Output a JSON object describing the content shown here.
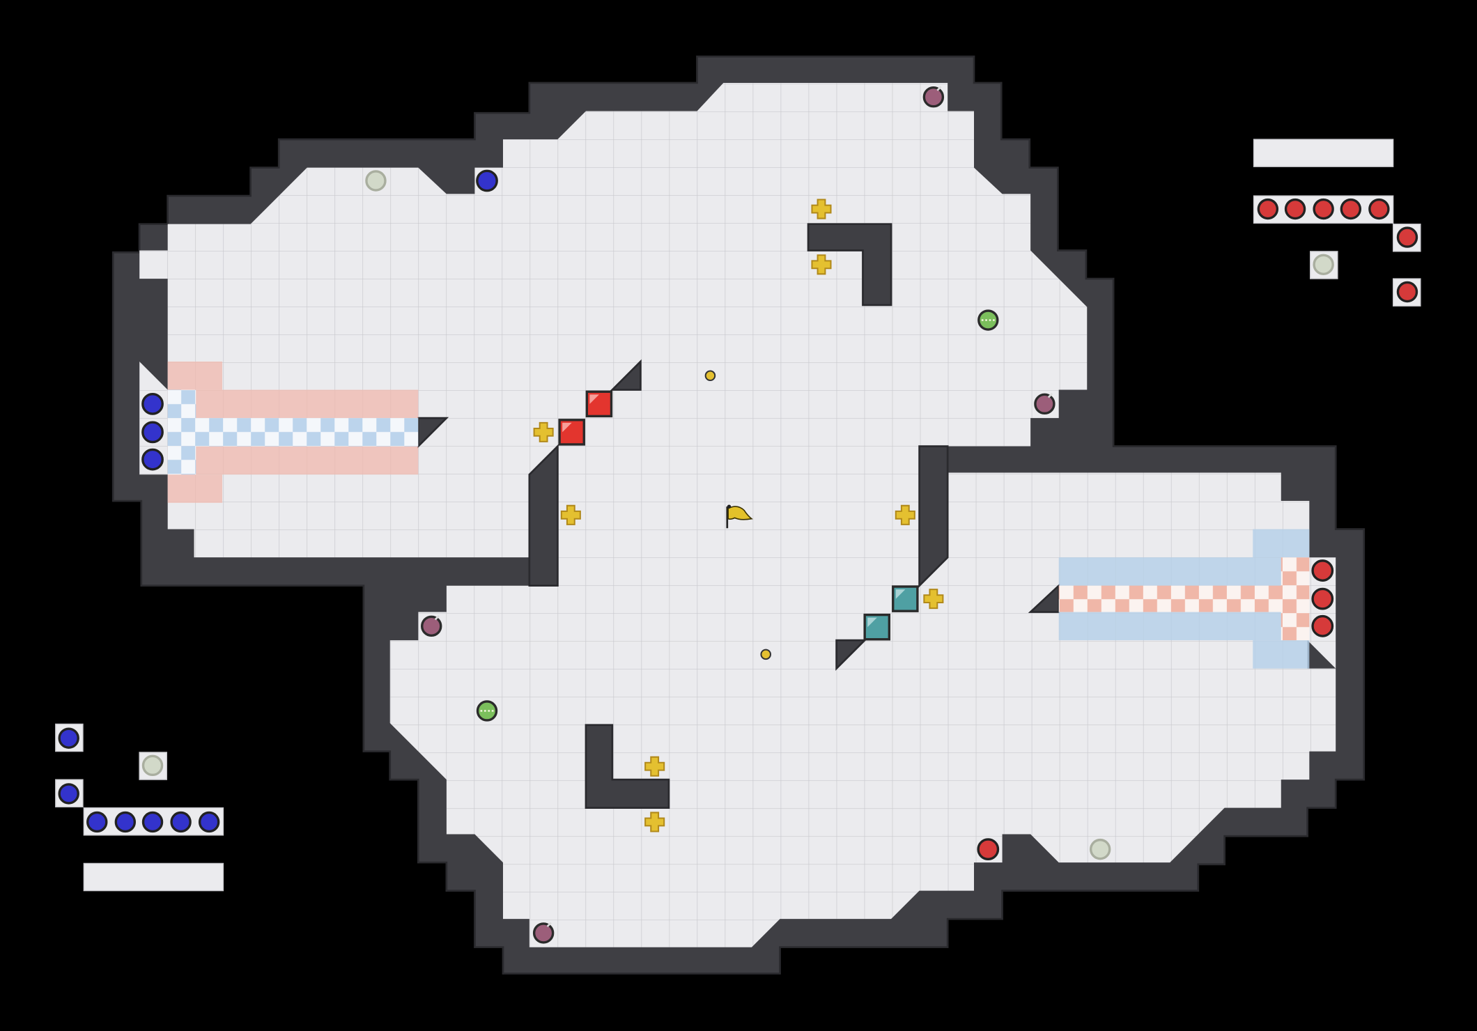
{
  "game": {
    "kind": "capture-the-flag tile map",
    "colors": {
      "background": "#000000",
      "floor": "#ebebee",
      "wall": "#3f3f44",
      "red_team": "#d63a3a",
      "blue_team": "#3333cc",
      "red_zone": "#f0b8ad",
      "blue_zone": "#b4cfe9",
      "powerup": "#e4c030",
      "bomb": "#9c5e7a",
      "booster": "#7bbf5c",
      "red_gate": "#e3352e",
      "teal_gate": "#4fa0a3",
      "flag": "#e3c12a"
    },
    "icons": {
      "flag": "yellow-flag-icon",
      "powerup": "cross-sparkle-icon",
      "bomb": "bomb-icon",
      "booster": "boost-pad-icon",
      "spawn": "spawn-circle-icon",
      "gate": "gate-block-icon"
    },
    "red_team_legend": {
      "empty_slots": 5,
      "balls_in_row": 5,
      "extra_balls": 2,
      "spawn_markers": 1
    },
    "blue_team_legend": {
      "empty_slots": 5,
      "balls_in_row": 5,
      "extra_balls": 2,
      "spawn_markers": 1
    },
    "red_base_players": 3,
    "blue_base_players": 3,
    "neutral_flag_count": 1,
    "powerup_count": 8,
    "bomb_count": 4,
    "booster_count": 2,
    "gate_count": 4,
    "portal_count": 2
  }
}
